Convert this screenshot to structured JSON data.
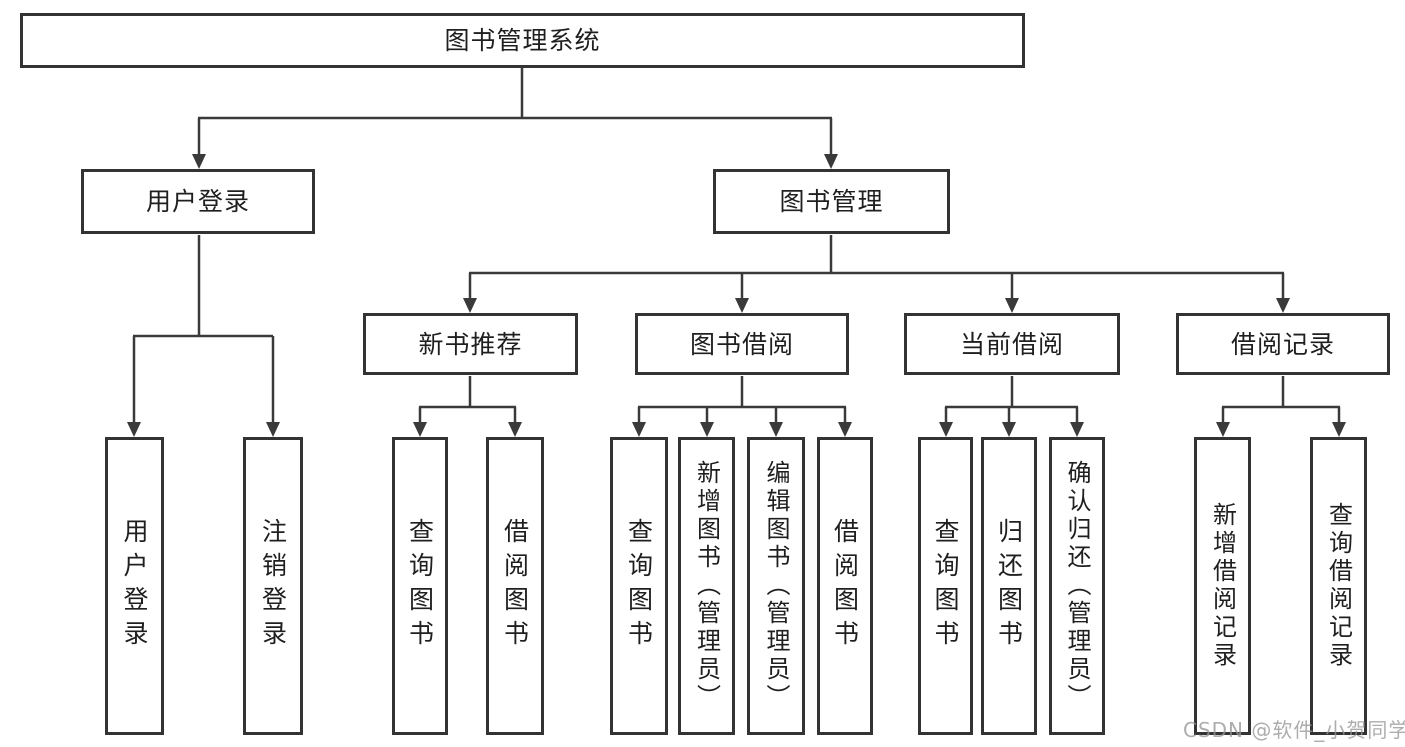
{
  "diagram_type": "functional-structure-tree",
  "watermark": "CSDN @软件_小贺同学",
  "colors": {
    "line": "#3a3a3a",
    "box_border": "#333333",
    "text": "#1f1f1f",
    "watermark": "#969696",
    "background": "#ffffff"
  },
  "tree": {
    "root": {
      "label": "图书管理系统"
    },
    "children": [
      {
        "label": "用户登录",
        "children": [
          {
            "label": "用户登录"
          },
          {
            "label": "注销登录"
          }
        ]
      },
      {
        "label": "图书管理",
        "children": [
          {
            "label": "新书推荐",
            "children": [
              {
                "label": "查询图书"
              },
              {
                "label": "借阅图书"
              }
            ]
          },
          {
            "label": "图书借阅",
            "children": [
              {
                "label": "查询图书"
              },
              {
                "label": "新增图书（管理员）"
              },
              {
                "label": "编辑图书（管理员）"
              },
              {
                "label": "借阅图书"
              }
            ]
          },
          {
            "label": "当前借阅",
            "children": [
              {
                "label": "查询图书"
              },
              {
                "label": "归还图书"
              },
              {
                "label": "确认归还（管理员）"
              }
            ]
          },
          {
            "label": "借阅记录",
            "children": [
              {
                "label": "新增借阅记录"
              },
              {
                "label": "查询借阅记录"
              }
            ]
          }
        ]
      }
    ]
  }
}
